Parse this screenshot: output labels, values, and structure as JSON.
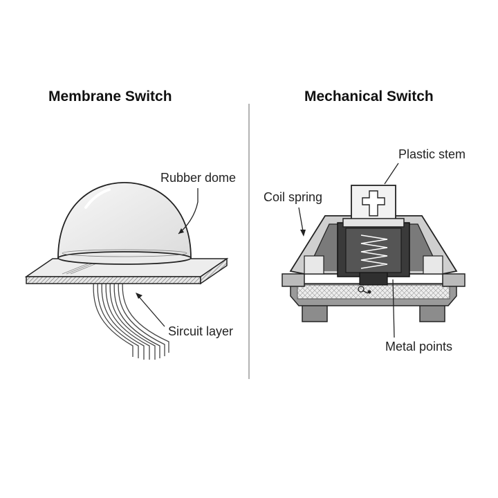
{
  "membrane": {
    "title": "Membrane Switch",
    "labels": {
      "dome": "Rubber dome",
      "circuit": "Sircuit layer"
    }
  },
  "mechanical": {
    "title": "Mechanical Switch",
    "labels": {
      "stem": "Plastic stem",
      "spring": "Coil spring",
      "points": "Metal points"
    }
  }
}
